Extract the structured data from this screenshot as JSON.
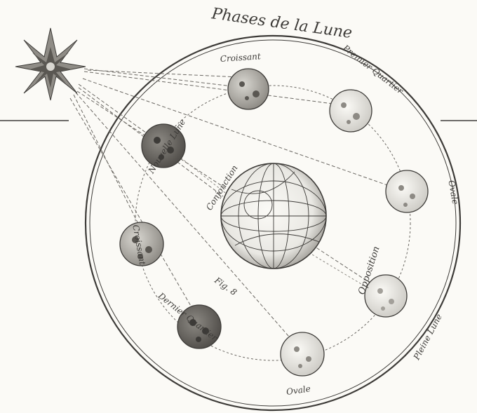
{
  "title": "Phases de la Lune",
  "labels": {
    "croissant_top": "Croissant",
    "premier_quartier": "Premier Quartier",
    "ovale_right": "Ovale",
    "nouvelle_lune": "Nouvelle Lune",
    "conjonction": "Conjonction",
    "croissant_left": "Croissant",
    "opposition": "Opposition",
    "pleine_lune": "Pleine Lune",
    "fig": "Fig. 8",
    "dernier_quartier": "Dernier Quartier",
    "ovale_bottom": "Ovale"
  },
  "colors": {
    "ink": "#3d3b38",
    "paper": "#fbfaf6",
    "dark_moon": "#6a6762",
    "light_moon": "#efeee9"
  }
}
